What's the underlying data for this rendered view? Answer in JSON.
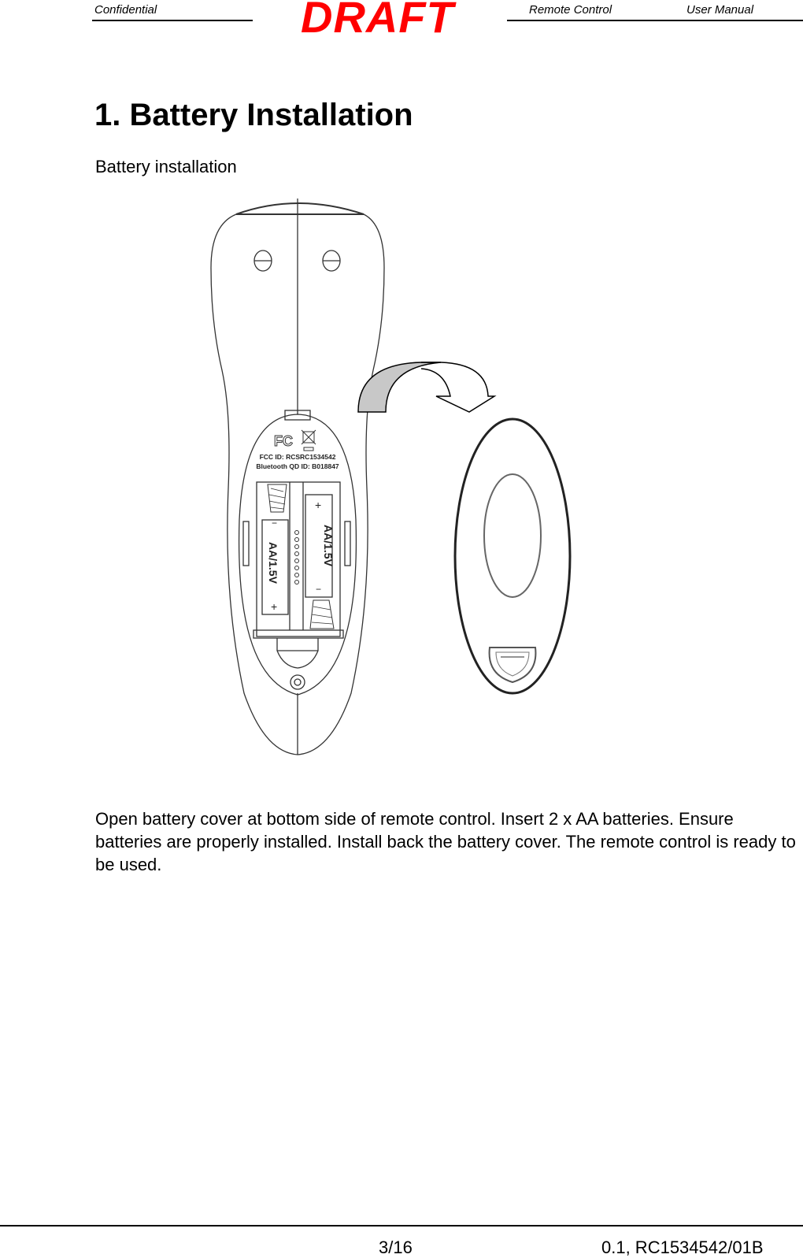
{
  "header": {
    "left": "Confidential",
    "stamp": "DRAFT",
    "stamp_color": "#ff0000",
    "center": "Remote Control",
    "right": "User Manual"
  },
  "section": {
    "title": "1. Battery Installation",
    "subtitle": "Battery installation"
  },
  "figure": {
    "label_fcc_logo": "FC",
    "label_fcc_id": "FCC ID: RCSRC1534542",
    "label_bt_id": "Bluetooth QD ID: B018847",
    "battery_left": "AA/1.5V",
    "battery_right": "AA/1.5V",
    "plus": "+",
    "minus": "−",
    "arrow_fill": "#c8c8c8"
  },
  "body": {
    "paragraph": "Open battery cover at bottom side of remote control. Insert 2 x AA batteries. Ensure batteries are properly installed. Install back the battery cover. The remote control is ready to be used."
  },
  "footer": {
    "page": "3/16",
    "doc_id": "0.1, RC1534542/01B"
  }
}
